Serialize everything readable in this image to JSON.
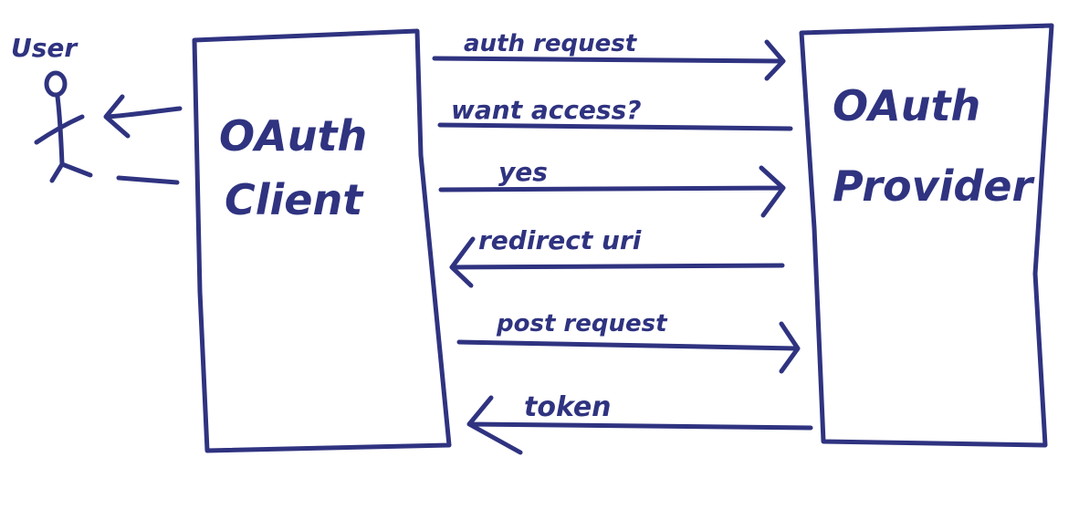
{
  "colors": {
    "ink": "#2f3380",
    "background": "#ffffff"
  },
  "actor": {
    "label": "User"
  },
  "client": {
    "line1": "OAuth",
    "line2": "Client"
  },
  "provider": {
    "line1": "OAuth",
    "line2": "Provider"
  },
  "messages": [
    {
      "label": "auth request",
      "direction": "to-provider"
    },
    {
      "label": "want access?",
      "direction": "to-client"
    },
    {
      "label": "yes",
      "direction": "to-provider"
    },
    {
      "label": "redirect uri",
      "direction": "to-client"
    },
    {
      "label": "post request",
      "direction": "to-provider"
    },
    {
      "label": "token",
      "direction": "to-client"
    }
  ]
}
